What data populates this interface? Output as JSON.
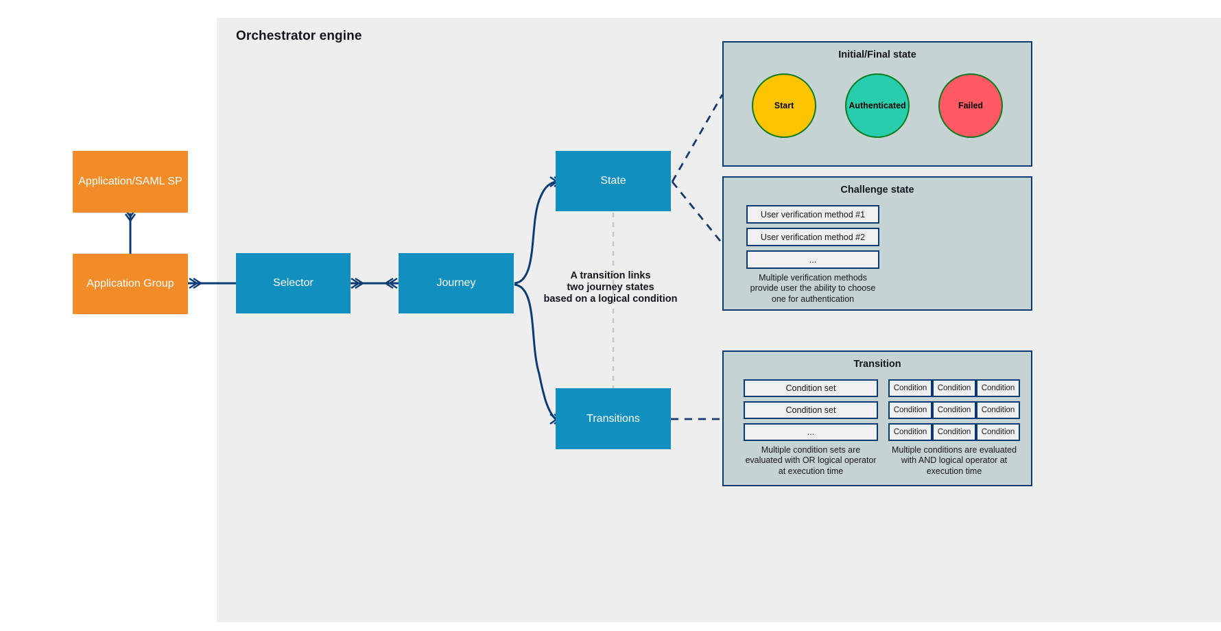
{
  "container": {
    "title": "Orchestrator engine"
  },
  "nodes": {
    "app_saml_sp": "Application/SAML SP",
    "application_group": "Application Group",
    "selector": "Selector",
    "journey": "Journey",
    "state": "State",
    "transitions": "Transitions"
  },
  "annotation": {
    "line1": "A transition links",
    "line2": "two journey states",
    "line3": "based on a logical condition"
  },
  "panels": {
    "initial_final": {
      "title": "Initial/Final state",
      "circles": [
        {
          "label": "Start",
          "color": "#FFC400",
          "border": "#0b7a1e"
        },
        {
          "label": "Authenticated",
          "color": "#27CDAD",
          "border": "#0b7a1e"
        },
        {
          "label": "Failed",
          "color": "#FF5A63",
          "border": "#0b7a1e"
        }
      ]
    },
    "challenge": {
      "title": "Challenge state",
      "methods": [
        "User verification method #1",
        "User verification method #2",
        "..."
      ],
      "caption": "Multiple verification methods provide user the ability to choose one for authentication"
    },
    "transition": {
      "title": "Transition",
      "condition_sets": [
        "Condition set",
        "Condition set",
        "..."
      ],
      "condition_sets_caption": "Multiple condition sets are evaluated with OR logical operator at execution time",
      "condition_grid": [
        [
          "Condition",
          "Condition",
          "Condition"
        ],
        [
          "Condition",
          "Condition",
          "Condition"
        ],
        [
          "Condition",
          "Condition",
          "Condition"
        ]
      ],
      "condition_grid_caption": "Multiple conditions are evaluated with AND logical operator at execution time"
    }
  },
  "colors": {
    "orange": "#F28C28",
    "blue": "#118FBF",
    "panel_fill": "#C6D3D3",
    "panel_border": "#063A73",
    "connector": "#0B3B73",
    "canvas": "#EEEEEE"
  }
}
